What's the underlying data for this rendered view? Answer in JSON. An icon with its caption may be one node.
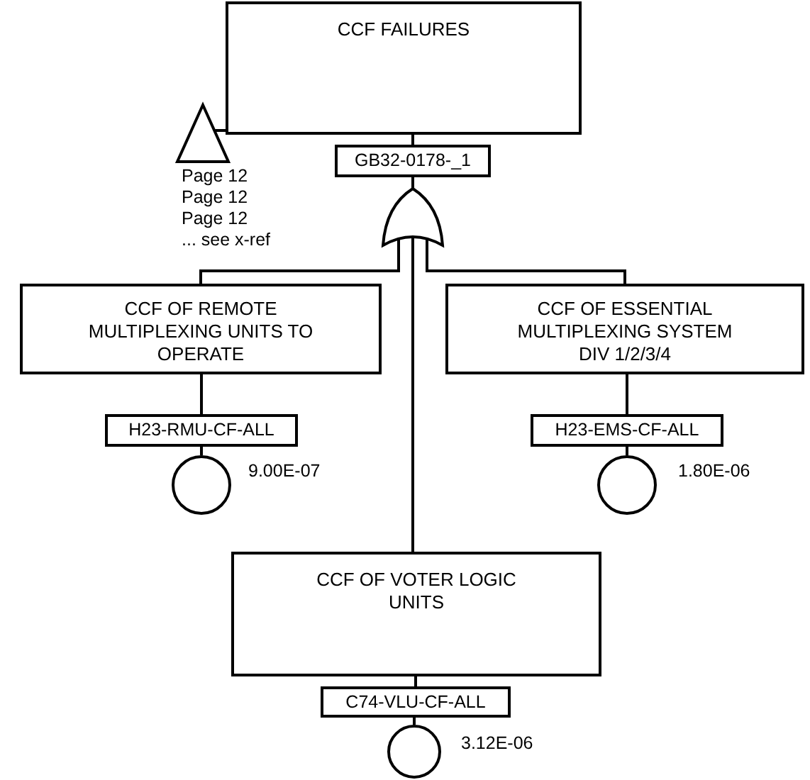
{
  "diagram": {
    "nodes": [
      {
        "text": [
          "CCF FAILURES"
        ]
      },
      {
        "text": [
          "GB32-0178-_1"
        ]
      },
      {
        "text": [],
        "shape": "gate"
      },
      {
        "text": [],
        "shape": "triangle",
        "beside": [
          "Page 12",
          "Page 12",
          "Page 12",
          "... see x-ref"
        ]
      },
      {
        "text": [
          "CCF OF REMOTE MULTIPLEXING UNITS TO OPERATE"
        ]
      },
      {
        "text": [
          "H23-RMU-CF-ALL"
        ]
      },
      {
        "text": [],
        "shape": "circle",
        "beside": [
          "9.00E-07"
        ]
      },
      {
        "text": [
          "CCF OF ESSENTIAL MULTIPLEXING SYSTEM DIV 1/2/3/4"
        ]
      },
      {
        "text": [
          "H23-EMS-CF-ALL"
        ]
      },
      {
        "text": [],
        "shape": "circle",
        "beside": [
          "1.80E-06"
        ]
      },
      {
        "text": [
          "CCF OF VOTER LOGIC UNITS"
        ]
      },
      {
        "text": [
          "C74-VLU-CF-ALL"
        ]
      },
      {
        "text": [],
        "shape": "circle",
        "beside": [
          "3.12E-06"
        ]
      }
    ],
    "edges": [
      {
        "from": 3,
        "to": 0,
        "arrow": "none"
      },
      {
        "from": 0,
        "to": 1,
        "arrow": "none"
      },
      {
        "from": 1,
        "to": 2,
        "arrow": "none"
      },
      {
        "from": 2,
        "to": 4,
        "arrow": "none"
      },
      {
        "from": 2,
        "to": 7,
        "arrow": "none"
      },
      {
        "from": 2,
        "to": 10,
        "arrow": "none"
      },
      {
        "from": 4,
        "to": 5,
        "arrow": "none"
      },
      {
        "from": 5,
        "to": 6,
        "arrow": "none"
      },
      {
        "from": 7,
        "to": 8,
        "arrow": "none"
      },
      {
        "from": 8,
        "to": 9,
        "arrow": "none"
      },
      {
        "from": 10,
        "to": 11,
        "arrow": "none"
      },
      {
        "from": 11,
        "to": 12,
        "arrow": "none"
      }
    ]
  }
}
